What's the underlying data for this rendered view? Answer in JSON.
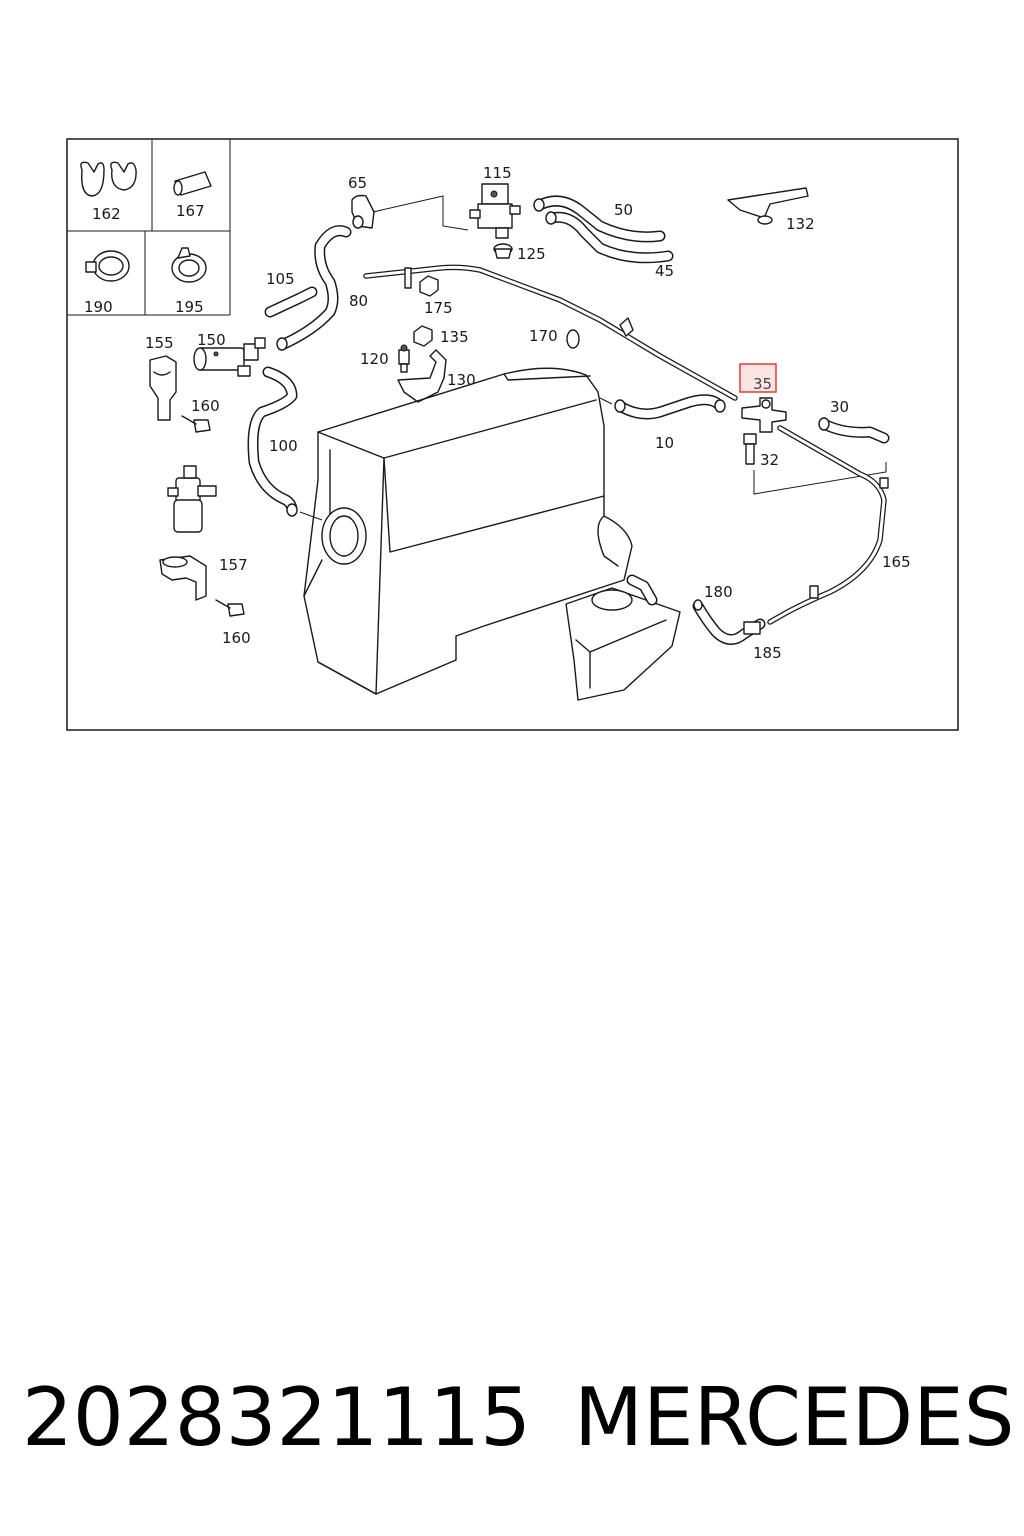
{
  "diagram": {
    "callouts": {
      "c162": "162",
      "c167": "167",
      "c190": "190",
      "c195": "195",
      "c65": "65",
      "c115": "115",
      "c125": "125",
      "c50": "50",
      "c45": "45",
      "c132": "132",
      "c105": "105",
      "c80": "80",
      "c175": "175",
      "c135": "135",
      "c120": "120",
      "c130": "130",
      "c170": "170",
      "c155": "155",
      "c150": "150",
      "c160a": "160",
      "c100": "100",
      "c35": "35",
      "c30": "30",
      "c10": "10",
      "c32": "32",
      "c165": "165",
      "c157": "157",
      "c160b": "160",
      "c180": "180",
      "c185": "185"
    },
    "highlight_color": "#e53935",
    "highlight_fill": "#fde4e4"
  },
  "footer": {
    "part_number": "2028321115",
    "brand": "MERCEDES"
  }
}
